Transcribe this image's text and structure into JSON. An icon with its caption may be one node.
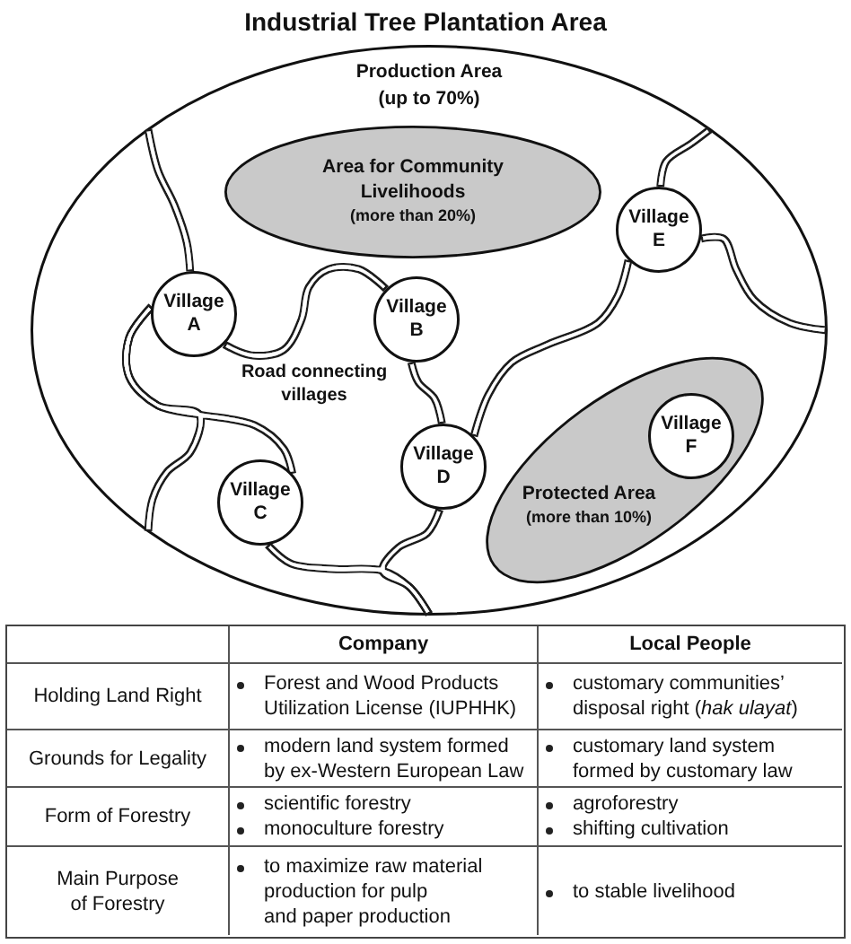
{
  "diagram": {
    "title": "Industrial Tree Plantation Area",
    "nodes": [
      {
        "text": [
          "Production Area",
          "(up to 70%)"
        ]
      },
      {
        "text": [
          "Area for Community Livelihoods",
          "(more than 20%)"
        ],
        "in": 0
      },
      {
        "text": [
          "Village A"
        ],
        "in": 0
      },
      {
        "text": [
          "Village B"
        ],
        "in": 0
      },
      {
        "text": [
          "Village C"
        ],
        "in": 0
      },
      {
        "text": [
          "Village D"
        ],
        "in": 0
      },
      {
        "text": [
          "Village E"
        ],
        "in": 0
      },
      {
        "text": [
          "Protected Area",
          "(more than 10%)"
        ],
        "in": 0
      },
      {
        "text": [
          "Village F"
        ],
        "in": 7
      }
    ],
    "edges": [
      {
        "from": 2,
        "to": null,
        "arrow": "none"
      },
      {
        "from": 2,
        "to": 3,
        "arrow": "none"
      },
      {
        "from": 3,
        "to": 5,
        "arrow": "none"
      },
      {
        "from": 5,
        "to": 6,
        "arrow": "none"
      },
      {
        "from": 6,
        "to": null,
        "arrow": "none"
      },
      {
        "from": 6,
        "to": null,
        "arrow": "none"
      },
      {
        "from": 2,
        "to": 4,
        "arrow": "none"
      },
      {
        "from": 2,
        "to": null,
        "arrow": "none"
      },
      {
        "from": 4,
        "to": null,
        "arrow": "none"
      },
      {
        "from": 5,
        "to": null,
        "arrow": "none"
      }
    ],
    "labels": [
      "Road connecting villages",
      "Company",
      "Local People",
      "Holding Land Right",
      "Forest and Wood Products Utilization License (IUPHHK)",
      "customary communities’ disposal right (*hak ulayat*)",
      "Grounds for Legality",
      "modern land system formed by ex-Western European Law",
      "customary land system formed by customary law",
      "Form of Forestry",
      "scientific forestry",
      "monoculture forestry",
      "agroforestry",
      "shifting cultivation",
      "Main Purpose of Forestry",
      "to maximize raw material production for pulp and paper production",
      "to stable livelihood"
    ]
  }
}
